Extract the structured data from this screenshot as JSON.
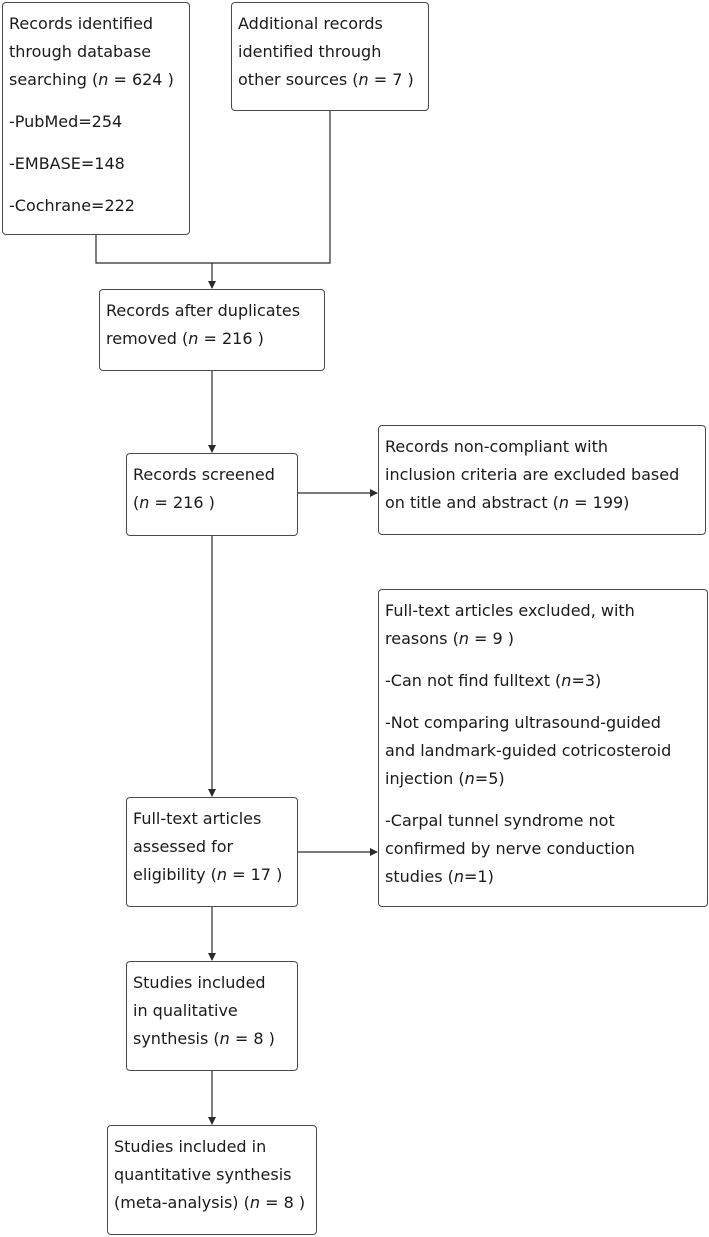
{
  "boxes": {
    "db": {
      "lines": [
        "Records identified",
        "through database",
        "searching ("
      ],
      "n_value": "n",
      "count_suffix": " = 624 )",
      "items": [
        "-PubMed=254",
        "-EMBASE=148",
        "-Cochrane=222"
      ]
    },
    "other": {
      "lines": [
        "Additional records",
        "identified through",
        "other sources ("
      ],
      "n_value": "n",
      "count_suffix": " = 7 )"
    },
    "dup": {
      "lines": [
        "Records after duplicates",
        "removed ("
      ],
      "n_value": "n",
      "count_suffix": " = 216 )"
    },
    "screened": {
      "lines": [
        "Records screened",
        "("
      ],
      "n_value": "n",
      "count_suffix": " = 216 )"
    },
    "excluded_title": {
      "lines": [
        "Records non-compliant with",
        "inclusion criteria are excluded based",
        "on title and abstract ("
      ],
      "n_value": "n",
      "count_suffix": " = 199)"
    },
    "fulltext_excluded": {
      "lines": [
        "Full-text articles excluded, with",
        "reasons ("
      ],
      "n_value": "n",
      "count_suffix": " = 9 )",
      "reason1_prefix": "-Can not find fulltext (",
      "reason1_n": "n",
      "reason1_suffix": "=3)",
      "reason2_lines": [
        "-Not comparing ultrasound-guided",
        "and landmark-guided cotricosteroid",
        "injection ("
      ],
      "reason2_n": "n",
      "reason2_suffix": "=5)",
      "reason3_lines": [
        "-Carpal tunnel syndrome not",
        "confirmed by nerve conduction",
        "studies ("
      ],
      "reason3_n": "n",
      "reason3_suffix": "=1)"
    },
    "eligibility": {
      "lines": [
        "Full-text articles",
        "assessed for",
        "eligibility ("
      ],
      "n_value": "n",
      "count_suffix": " = 17 )"
    },
    "qualitative": {
      "lines": [
        "Studies included",
        "in qualitative",
        "synthesis ("
      ],
      "n_value": "n",
      "count_suffix": " = 8 )"
    },
    "quantitative": {
      "lines": [
        "Studies included in",
        "quantitative synthesis",
        "(meta-analysis) ("
      ],
      "n_value": "n",
      "count_suffix": " = 8 )"
    }
  },
  "colors": {
    "line": "#2b2b2b",
    "border": "#4a4a4a"
  }
}
